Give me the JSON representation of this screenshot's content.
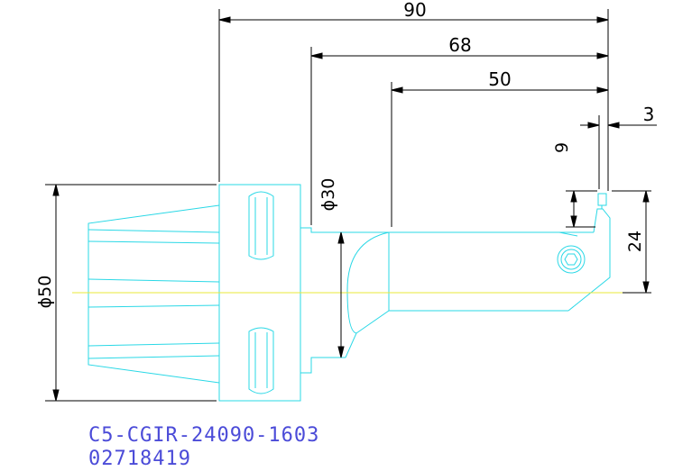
{
  "drawing": {
    "dimensions": {
      "overall_length": "90",
      "mid_length": "68",
      "head_length": "50",
      "tip_offset": "3",
      "small_height": "9",
      "shank_diameter": "ϕ30",
      "flange_diameter": "ϕ50",
      "center_height": "24"
    },
    "part_code": "C5-CGIR-24090-1603",
    "part_number": "02718419"
  },
  "colors": {
    "outline": "#2ad8e6",
    "centerline": "#e8e83a",
    "dimension": "#000000",
    "text": "#4b4bd8"
  }
}
